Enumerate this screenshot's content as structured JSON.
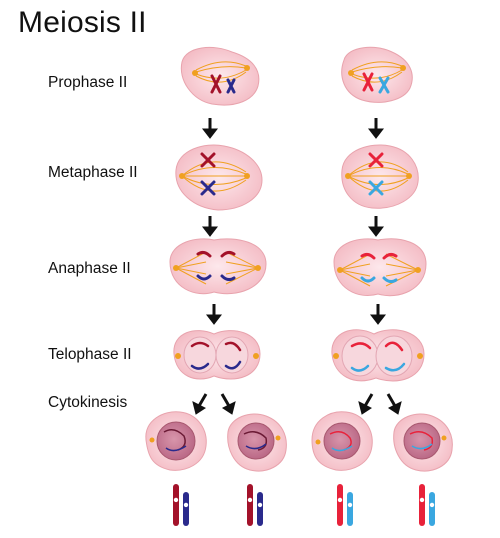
{
  "title": "Meiosis II",
  "stages": [
    {
      "id": "prophase",
      "label": "Prophase II"
    },
    {
      "id": "metaphase",
      "label": "Metaphase II"
    },
    {
      "id": "anaphase",
      "label": "Anaphase  II"
    },
    {
      "id": "telophase",
      "label": "Telophase II"
    },
    {
      "id": "cytokinesis",
      "label": "Cytokinesis"
    }
  ],
  "colors": {
    "cell_fill": "#f6c9cf",
    "cell_stroke": "#e8a3ad",
    "nucleus_fill": "#c97b94",
    "spindle": "#f0a020",
    "dark_red": "#a3122a",
    "dark_blue": "#2a2a8c",
    "bright_red": "#e8223a",
    "light_blue": "#3aa7e0",
    "arrow": "#111111"
  },
  "final_chromosomes": [
    {
      "id": "left-a",
      "colors": [
        "dark_red",
        "dark_blue"
      ]
    },
    {
      "id": "left-b",
      "colors": [
        "dark_red",
        "dark_blue"
      ]
    },
    {
      "id": "right-a",
      "colors": [
        "bright_red",
        "light_blue"
      ]
    },
    {
      "id": "right-b",
      "colors": [
        "bright_red",
        "light_blue"
      ]
    }
  ]
}
